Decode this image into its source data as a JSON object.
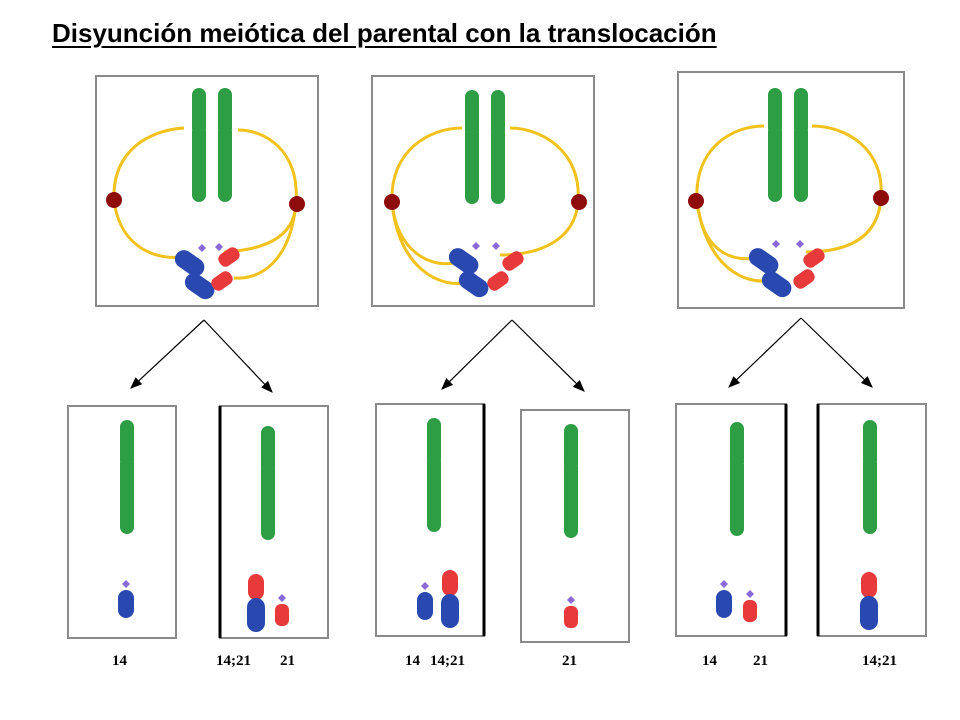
{
  "title": "Disyunción meiótica del parental con la translocación",
  "colors": {
    "chromosome_14": "#2e9e45",
    "chromosome_21_part": "#e83a3a",
    "chromosome_14_part": "#2a49b0",
    "spindle": "#f1c11c",
    "pole": "#8e0c0c",
    "frame": "#8a8a8a"
  },
  "gamete_labels": [
    "14",
    "14;21",
    "21",
    "14",
    "14;21",
    "21",
    "14",
    "21",
    "14;21"
  ]
}
